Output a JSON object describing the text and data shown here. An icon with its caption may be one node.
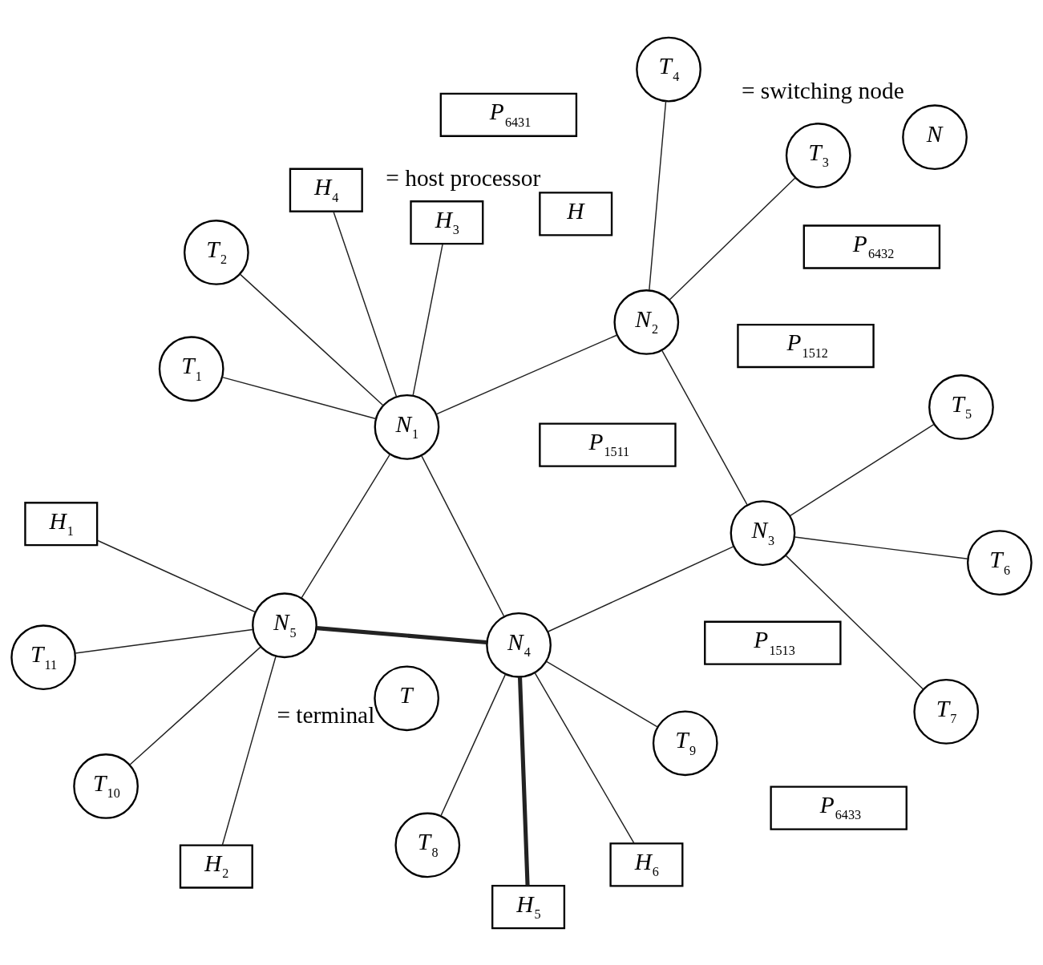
{
  "diagram": {
    "nodes": [
      {
        "text": [
          "T$_{10}$"
        ]
      },
      {
        "text": [
          "T$_{9}$"
        ]
      },
      {
        "text": [
          "T$_{8}$"
        ]
      },
      {
        "text": [
          "T$_{11}$"
        ]
      },
      {
        "text": [
          "P$_{1511}$"
        ]
      },
      {
        "text": [
          "P$_{1513}$"
        ]
      },
      {
        "text": [
          "H$_{1}$"
        ]
      },
      {
        "text": [
          "N$_{5}$"
        ]
      },
      {
        "text": [
          "N$_{4}$"
        ]
      },
      {
        "text": [
          "H$_{6}$"
        ]
      },
      {
        "text": [
          "P$_{1512}$"
        ]
      },
      {
        "text": [
          "H$_{2}$"
        ]
      },
      {
        "text": [
          "H$_{5}$"
        ]
      },
      {
        "text": [
          "T$_{7}$"
        ]
      },
      {
        "text": [
          "P$_{6432}$"
        ]
      },
      {
        "text": [
          "T$_{1}$"
        ]
      },
      {
        "text": [
          "N$_{3}$"
        ]
      },
      {
        "text": [
          "T$_{6}$"
        ]
      },
      {
        "text": [
          "H$_{3}$"
        ]
      },
      {
        "text": [
          "N$_{1}$"
        ]
      },
      {
        "text": [
          "P$_{6431}$"
        ]
      },
      {
        "text": [
          "N$_{2}$"
        ]
      },
      {
        "text": [
          "T$_{5}$"
        ]
      },
      {
        "text": [
          "P$_{6433}$"
        ]
      },
      {
        "text": [
          "T$_{2}$"
        ]
      },
      {
        "text": [
          "T$_{4}$"
        ]
      },
      {
        "text": [
          "H$_{4}$"
        ]
      },
      {
        "text": [
          "T$_{3}$"
        ]
      },
      {
        "text": [
          "H"
        ],
        "beside": [
          "= host processor"
        ]
      },
      {
        "text": [
          "T"
        ],
        "beside": [
          "= terminal"
        ]
      },
      {
        "text": [
          "N"
        ],
        "beside": [
          "= switching node"
        ]
      }
    ],
    "edges": [
      {
        "from": 7,
        "to": 0,
        "arrow": "none"
      },
      {
        "from": 7,
        "to": 3,
        "arrow": "none"
      },
      {
        "from": 7,
        "to": 6,
        "arrow": "none"
      },
      {
        "from": 7,
        "to": 11,
        "arrow": "none"
      },
      {
        "from": 7,
        "to": 8,
        "arrow": "none",
        "style": "thick"
      },
      {
        "from": 7,
        "to": 19,
        "arrow": "none"
      },
      {
        "from": 8,
        "to": 1,
        "arrow": "none"
      },
      {
        "from": 8,
        "to": 2,
        "arrow": "none"
      },
      {
        "from": 8,
        "to": 9,
        "arrow": "none"
      },
      {
        "from": 8,
        "to": 12,
        "arrow": "none",
        "style": "thick"
      },
      {
        "from": 8,
        "to": 16,
        "arrow": "none"
      },
      {
        "from": 8,
        "to": 19,
        "arrow": "none"
      },
      {
        "from": 16,
        "to": 13,
        "arrow": "none"
      },
      {
        "from": 16,
        "to": 17,
        "arrow": "none"
      },
      {
        "from": 16,
        "to": 22,
        "arrow": "none"
      },
      {
        "from": 16,
        "to": 21,
        "arrow": "none"
      },
      {
        "from": 19,
        "to": 15,
        "arrow": "none"
      },
      {
        "from": 19,
        "to": 18,
        "arrow": "none"
      },
      {
        "from": 19,
        "to": 24,
        "arrow": "none"
      },
      {
        "from": 19,
        "to": 21,
        "arrow": "none"
      },
      {
        "from": 19,
        "to": 26,
        "arrow": "none"
      },
      {
        "from": 21,
        "to": 27,
        "arrow": "none"
      },
      {
        "from": 21,
        "to": 25,
        "arrow": "none"
      }
    ]
  }
}
